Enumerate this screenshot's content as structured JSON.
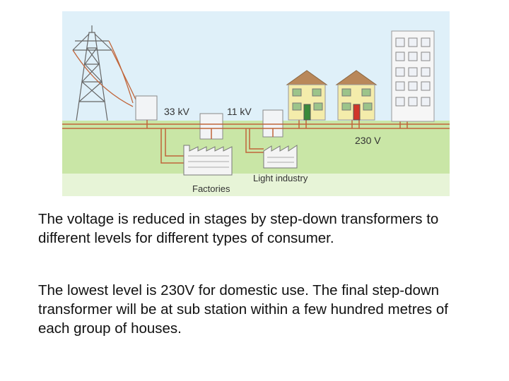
{
  "diagram": {
    "labels": {
      "kv33": "33 kV",
      "kv11": "11 kV",
      "v230": "230 V",
      "factories": "Factories",
      "light_industry": "Light industry"
    },
    "colors": {
      "sky": "#dff0f9",
      "grass": "#c9e6a6",
      "cable": "#c0653a",
      "house_wall": "#f4ecab",
      "house_roof": "#b9885a",
      "transformer": "#f2f4f6",
      "label_text": "#333333"
    }
  },
  "text": {
    "paragraph1": "The voltage is reduced in stages by step-down transformers to different levels for different types of consumer.",
    "paragraph2": "The lowest level is 230V for domestic use. The final step-down transformer will be at sub station within a few hundred metres of each group of houses."
  }
}
